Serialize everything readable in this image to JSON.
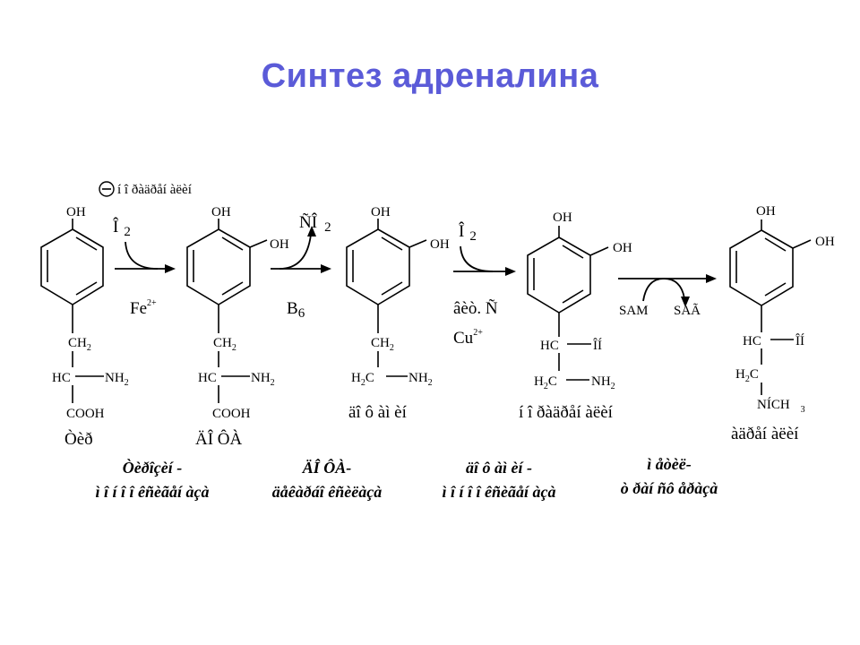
{
  "title": "Синтез адреналина",
  "inhibitor": {
    "symbol": "−",
    "text": "í î ðàäðåí àëèí"
  },
  "reagents": {
    "o2_first": "Î",
    "o2_first_sub": "2",
    "fe": "Fe",
    "fe_sup": "2+",
    "co2": "ÑÎ",
    "co2_sub": "2",
    "b6": "B",
    "b6_sub": "6",
    "o2_second": "Î",
    "o2_second_sub": "2",
    "vit_c": "âèò. Ñ",
    "cu": "Cu",
    "cu_sup": "2+",
    "sam": "SAM",
    "sag": "SAÃ"
  },
  "molecules": [
    {
      "name": "Òèð",
      "groups": {
        "oh1": "OH",
        "ch2": "CH",
        "ch2_sub": "2",
        "hc": "HC",
        "nh2": "NH",
        "nh2_sub": "2",
        "cooh": "COOH"
      }
    },
    {
      "name": "ÄÎ ÔÀ",
      "groups": {
        "oh1": "OH",
        "oh2": "OH",
        "ch2": "CH",
        "ch2_sub": "2",
        "hc": "HC",
        "nh2": "NH",
        "nh2_sub": "2",
        "cooh": "COOH"
      }
    },
    {
      "name": "äî ô àì èí",
      "groups": {
        "oh1": "OH",
        "oh2": "OH",
        "ch2": "CH",
        "ch2_sub": "2",
        "h2c": "H",
        "h2c_sub": "2",
        "h2c_c": "C",
        "nh2": "NH",
        "nh2_sub": "2"
      }
    },
    {
      "name": "í î ðàäðåí àëèí",
      "groups": {
        "oh1": "OH",
        "oh2": "OH",
        "hc": "HC",
        "oh_side": "ÎÍ",
        "h2c": "H",
        "h2c_sub": "2",
        "h2c_c": "C",
        "nh2": "NH",
        "nh2_sub": "2"
      }
    },
    {
      "name": "àäðåí àëèí",
      "groups": {
        "oh1": "OH",
        "oh2": "OH",
        "hc": "HC",
        "oh_side": "ÎÍ",
        "h2c": "H",
        "h2c_sub": "2",
        "h2c_c": "C",
        "nhch3": "NÍCH",
        "nhch3_sub": "3"
      }
    }
  ],
  "enzymes": [
    {
      "line1": "Òèðîçèí -",
      "line2": "ì î í î î êñèãåí àçà"
    },
    {
      "line1": "ÄÎ ÔÀ-",
      "line2": "äåêàðáî êñèëàçà"
    },
    {
      "line1": "äî ô àì èí -",
      "line2": "ì î í î î êñèãåí àçà"
    },
    {
      "line1": "ì åòèë-",
      "line2": "ò ðàí ñô åðàçà"
    }
  ]
}
